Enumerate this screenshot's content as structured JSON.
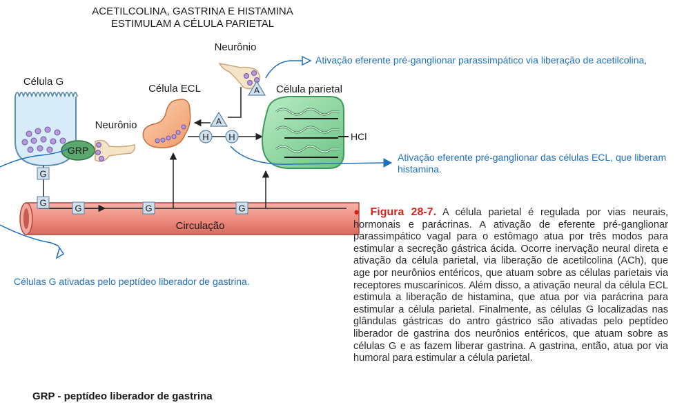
{
  "title": {
    "line1": "ACETILCOLINA, GASTRINA E HISTAMINA",
    "line2": "ESTIMULAM A CÉLULA PARIETAL"
  },
  "labels": {
    "neuronio_top": "Neurônio",
    "neuronio_left": "Neurônio",
    "celula_g": "Célula G",
    "celula_ecl": "Célula ECL",
    "celula_parietal": "Célula parietal",
    "grp": "GRP",
    "hcl": "HCl",
    "circulacao": "Circulação",
    "g": "G",
    "h": "H",
    "a": "A"
  },
  "annotations": {
    "parasympathetic": "Ativação eferente pré-ganglionar parassimpático via liberação de acetilcolina,",
    "ecl": "Ativação eferente pré-ganglionar das células ECL, que liberam histamina.",
    "g_cells": "Células G ativadas pelo peptídeo liberador de gastrina."
  },
  "caption": {
    "figure_label": "Figura 28-7.",
    "text": "A célula parietal é regulada por vias neurais, hormonais e parácrinas. A ativação de eferente pré-ganglionar parassimpático vagal para o estômago atua por três modos para estimular a secreção gástrica ácida. Ocorre inervação neural direta e ativação da célula parietal, via liberação de acetilcolina (ACh), que age por neurônios entéricos, que atuam sobre as células parietais via receptores muscarínicos. Além disso, a ativação neural da célula ECL estimula a liberação de histamina, que atua por via parácrina para estimular a célula parietal. Finalmente, as células G localizadas nas glândulas gástricas do antro gástrico são ativadas pelo peptídeo liberador de gastrina dos neurônios entéricos, que atuam sobre as células G e as fazem liberar gastrina. A gastrina, então, atua por via humoral para estimular a célula parietal."
  },
  "footnote": "GRP - peptídeo liberador de gastrina",
  "colors": {
    "annotation_blue": "#1f6fc2",
    "figure_red": "#d9221c",
    "vessel": "#f08a7e",
    "parietal_green": "#8fd6a0",
    "ecl_orange": "#f7b489",
    "g_cell_blue": "#cfe6f5",
    "vesicle_purple": "#a48ad0",
    "grp_green": "#54a46a"
  }
}
